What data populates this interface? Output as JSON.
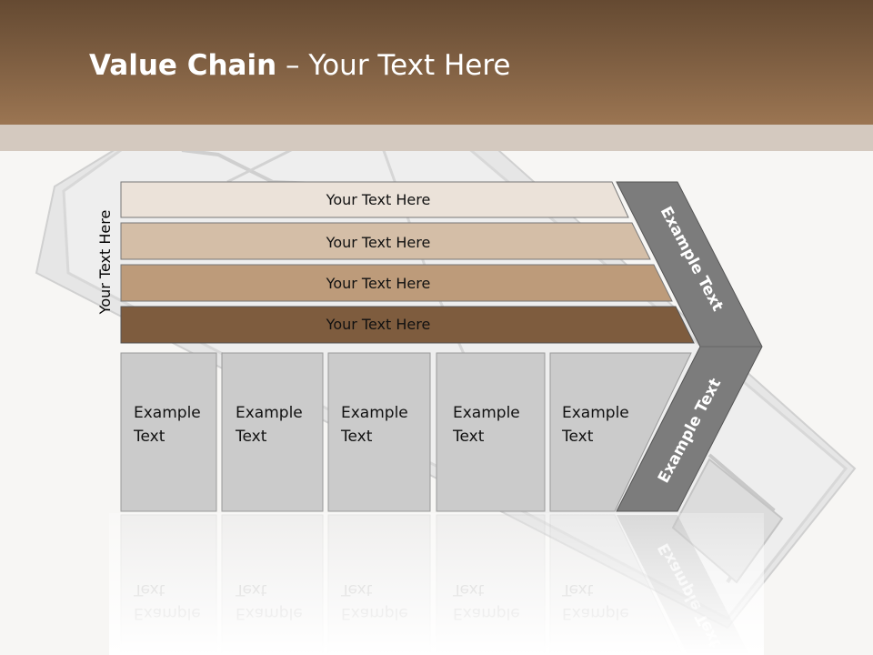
{
  "header": {
    "title_bold": "Value Chain",
    "title_rest": " – Your Text Here"
  },
  "side_label": "Your Text Here",
  "bars": [
    {
      "label": "Your Text Here",
      "color": "#ebe2d9"
    },
    {
      "label": "Your Text Here",
      "color": "#d4bea7"
    },
    {
      "label": "Your Text Here",
      "color": "#bd9b7a"
    },
    {
      "label": "Your Text Here",
      "color": "#7e5c3e"
    }
  ],
  "boxes": [
    {
      "line1": "Example",
      "line2": "Text"
    },
    {
      "line1": "Example",
      "line2": "Text"
    },
    {
      "line1": "Example",
      "line2": "Text"
    },
    {
      "line1": "Example",
      "line2": "Text"
    },
    {
      "line1": "Example",
      "line2": "Text"
    }
  ],
  "chevron": {
    "upper_label": "Example Text",
    "lower_label": "Example Text",
    "color": "#7c7c7c"
  },
  "colors": {
    "header": "#7f5f42",
    "box_fill": "#cbcbcb",
    "box_border": "#9a9a9a"
  }
}
